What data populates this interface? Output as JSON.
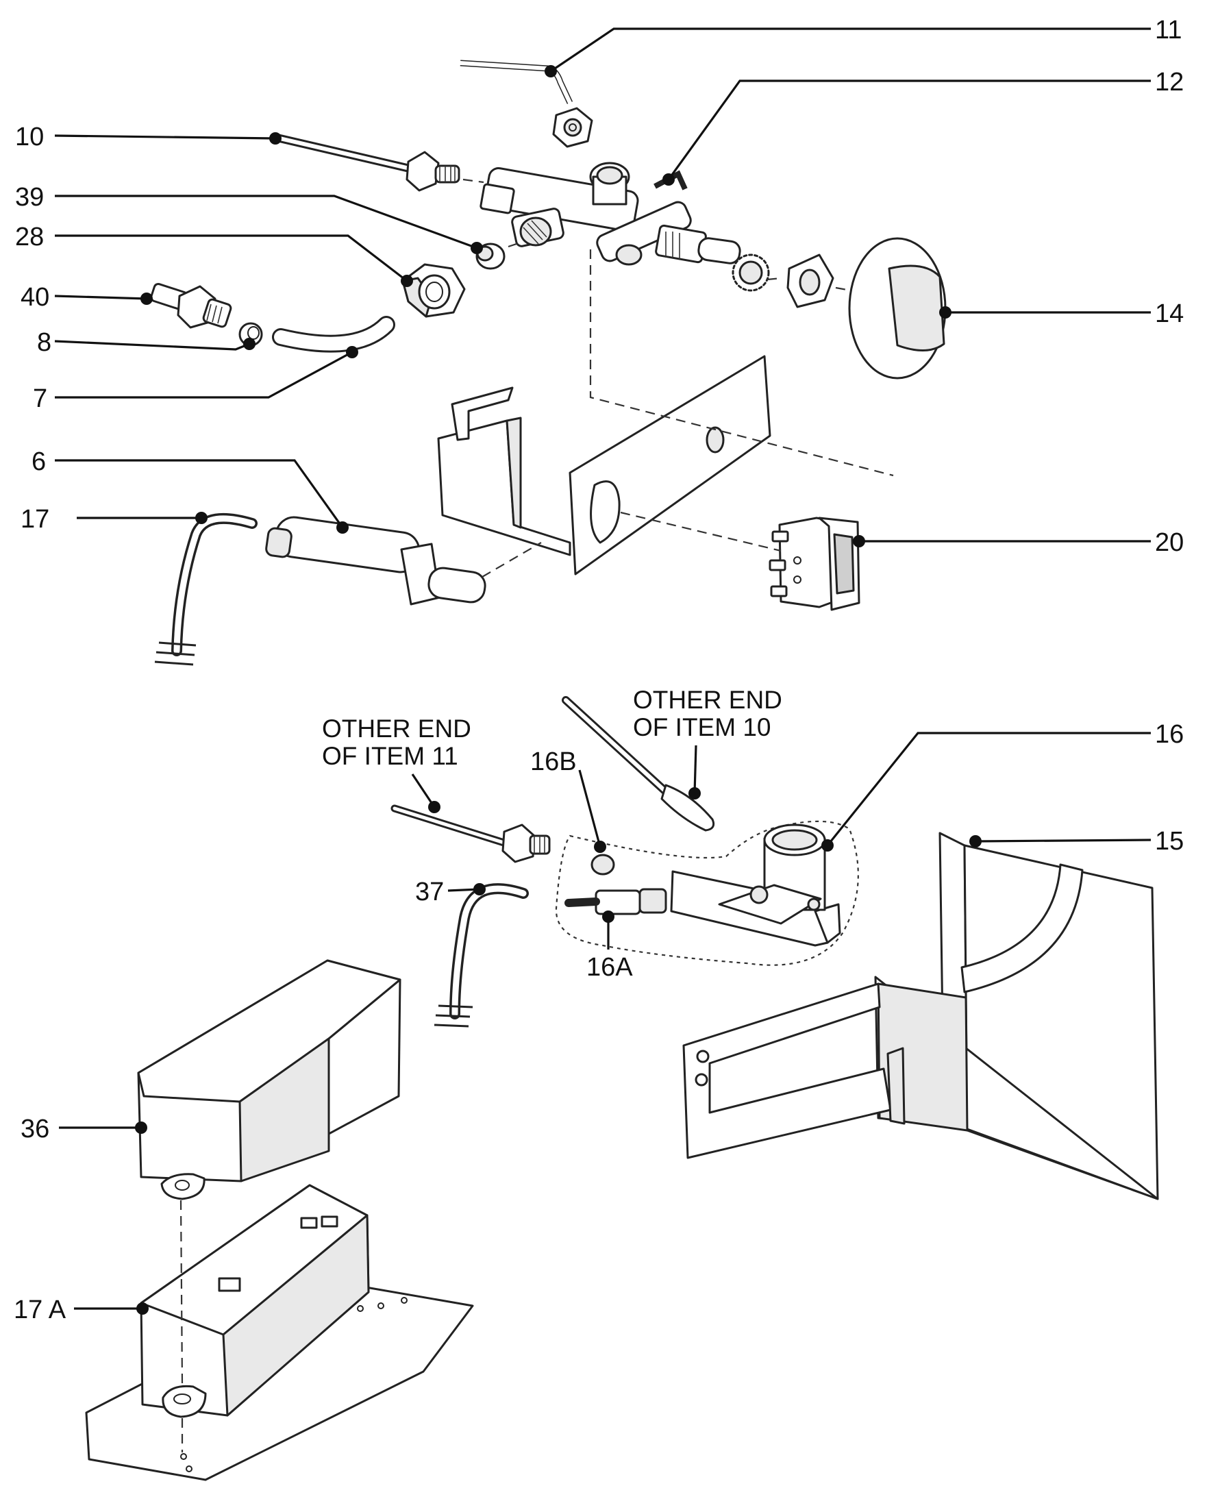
{
  "callouts": [
    {
      "id": "c11",
      "label": "11"
    },
    {
      "id": "c12",
      "label": "12"
    },
    {
      "id": "c10",
      "label": "10"
    },
    {
      "id": "c39",
      "label": "39"
    },
    {
      "id": "c28",
      "label": "28"
    },
    {
      "id": "c40",
      "label": "40"
    },
    {
      "id": "c8",
      "label": "8"
    },
    {
      "id": "c7",
      "label": "7"
    },
    {
      "id": "c14",
      "label": "14"
    },
    {
      "id": "c6",
      "label": "6"
    },
    {
      "id": "c17",
      "label": "17"
    },
    {
      "id": "c20",
      "label": "20"
    },
    {
      "id": "c16",
      "label": "16"
    },
    {
      "id": "c15",
      "label": "15"
    },
    {
      "id": "c16B",
      "label": "16B"
    },
    {
      "id": "c37",
      "label": "37"
    },
    {
      "id": "c16A",
      "label": "16A"
    },
    {
      "id": "c36",
      "label": "36"
    },
    {
      "id": "c17A",
      "label": "17 A"
    }
  ],
  "notes": {
    "item10": {
      "line1": "OTHER END",
      "line2": "OF ITEM 10"
    },
    "item11": {
      "line1": "OTHER END",
      "line2": "OF ITEM 11"
    }
  }
}
